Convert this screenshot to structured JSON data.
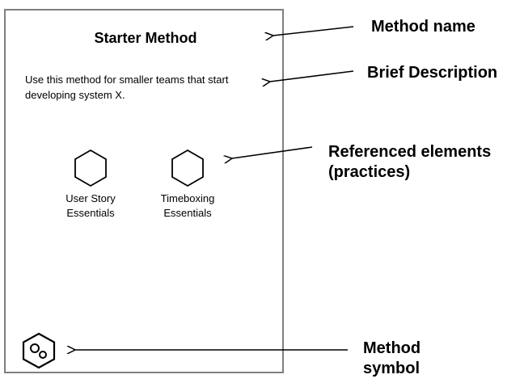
{
  "card": {
    "title": "Starter Method",
    "description": "Use this method for smaller teams that start developing system X.",
    "practices": [
      {
        "label": "User Story\nEssentials",
        "icon": "hexagon-icon"
      },
      {
        "label": "Timeboxing\nEssentials",
        "icon": "hexagon-icon"
      }
    ],
    "symbol_icon": "method-symbol-icon"
  },
  "annotations": {
    "method_name": "Method name",
    "brief_description": "Brief Description",
    "referenced_elements": "Referenced elements\n(practices)",
    "method_symbol": "Method\nsymbol"
  },
  "colors": {
    "card_border": "#7f7f7f",
    "text": "#000000",
    "arrow": "#000000"
  }
}
